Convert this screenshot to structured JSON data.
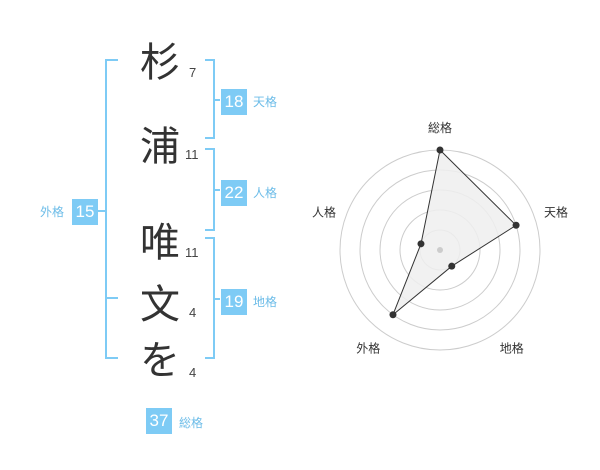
{
  "colors": {
    "accent": "#7ecbf5",
    "accent_text": "#6cbce8",
    "text": "#333333",
    "grid": "#cccccc"
  },
  "name": {
    "chars": [
      {
        "char": "杉",
        "strokes": "7"
      },
      {
        "char": "浦",
        "strokes": "11"
      },
      {
        "char": "唯",
        "strokes": "11"
      },
      {
        "char": "文",
        "strokes": "4"
      },
      {
        "char": "を",
        "strokes": "4"
      }
    ]
  },
  "fortune": {
    "tenkaku": {
      "value": "18",
      "label": "天格"
    },
    "jinkaku": {
      "value": "22",
      "label": "人格"
    },
    "chikaku": {
      "value": "19",
      "label": "地格"
    },
    "gaikaku": {
      "value": "15",
      "label": "外格"
    },
    "soukaku": {
      "value": "37",
      "label": "総格"
    }
  },
  "chart_data": {
    "type": "radar",
    "axes": [
      "総格",
      "天格",
      "地格",
      "外格",
      "人格"
    ],
    "values": [
      5,
      4,
      1,
      4,
      1
    ],
    "max": 5,
    "rings": 5
  }
}
